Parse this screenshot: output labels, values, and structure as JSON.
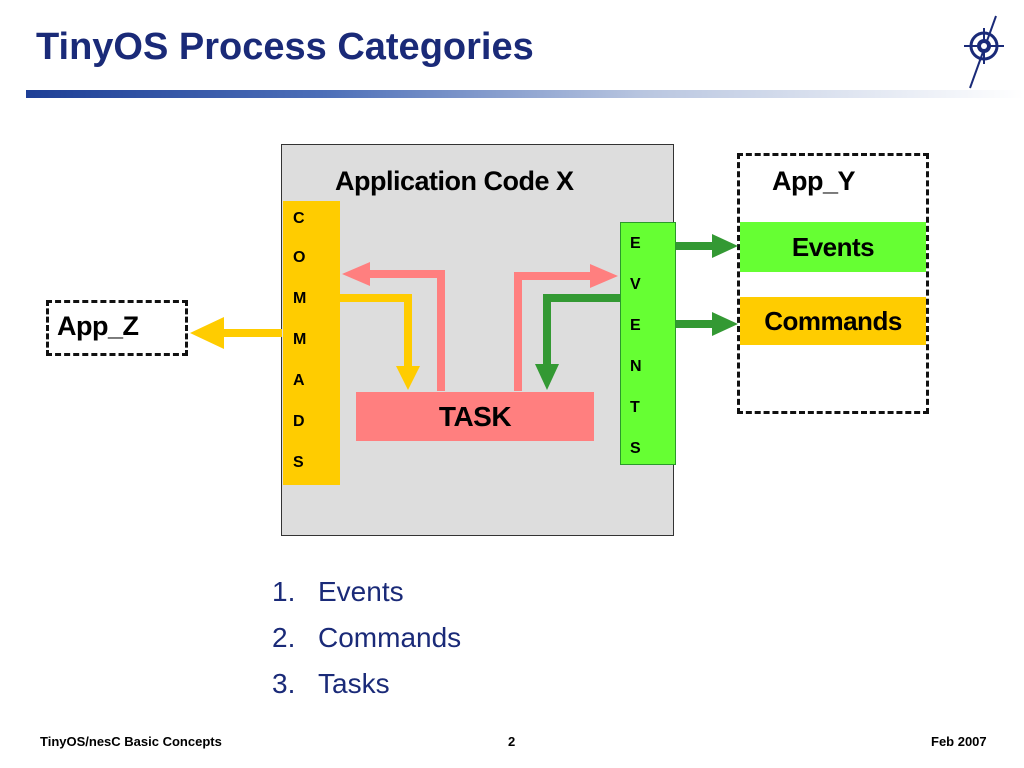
{
  "slide": {
    "title": "TinyOS Process Categories"
  },
  "diagram": {
    "app_x": {
      "title": "Application Code X",
      "commands_letters": [
        "C",
        "O",
        "M",
        "M",
        "A",
        "D",
        "S"
      ],
      "events_letters": [
        "E",
        "V",
        "E",
        "N",
        "T",
        "S"
      ],
      "task_label": "TASK"
    },
    "app_z": {
      "label": "App_Z"
    },
    "app_y": {
      "label": "App_Y",
      "events_label": "Events",
      "commands_label": "Commands"
    },
    "colors": {
      "commands": "#ffcc00",
      "events": "#66ff33",
      "task": "#ff7f7f",
      "events_arrow": "#339933",
      "box_background": "#dddddd",
      "title_text": "#1a2a78"
    }
  },
  "list": {
    "items": [
      {
        "number": "1.",
        "text": "Events"
      },
      {
        "number": "2.",
        "text": "Commands"
      },
      {
        "number": "3.",
        "text": "Tasks"
      }
    ]
  },
  "footer": {
    "left": "TinyOS/nesC Basic Concepts",
    "page_number": "2",
    "date": "Feb 2007"
  },
  "icons": {
    "logo": "compass-logo-icon"
  }
}
